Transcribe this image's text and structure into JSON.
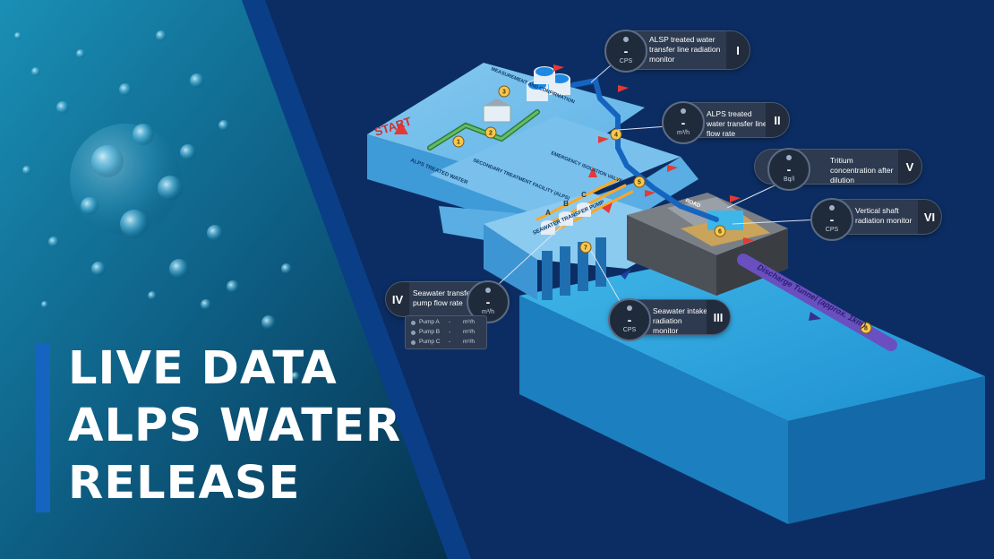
{
  "headline": {
    "line1": "LIVE DATA",
    "line2": "ALPS WATER",
    "line3": "RELEASE"
  },
  "diagram_labels": {
    "start": "START",
    "alps_treated_water": "ALPS TREATED WATER",
    "secondary_treatment": "SECONDARY TREATMENT FACILITY (ALPS)",
    "measurement": "MEASUREMENT AND CONFIRMATION",
    "emergency_valve": "EMERGENCY ISOLATION VALVE",
    "seawater_pump": "SEAWATER TRANSFER PUMP",
    "road": "ROAD",
    "discharge_tunnel": "Discharge Tunnel (approx. 1km)",
    "pump_a": "A",
    "pump_b": "B",
    "pump_c": "C",
    "step1": "1",
    "step2": "2",
    "step3": "3",
    "step4": "4",
    "step5": "5",
    "step6": "6",
    "step7": "7",
    "step8": "8"
  },
  "monitors": {
    "m1": {
      "value": "-",
      "unit": "CPS",
      "label": "ALSP treated water transfer line radiation monitor",
      "numeral": "I"
    },
    "m2": {
      "value": "-",
      "unit": "m³/h",
      "label": "ALPS treated water transfer line flow rate",
      "numeral": "II"
    },
    "m3": {
      "value": "-",
      "unit": "CPS",
      "label": "Seawater intake radiation monitor",
      "numeral": "III"
    },
    "m4": {
      "value": "-",
      "unit": "m³/h",
      "label": "Seawater transfer pump flow rate",
      "numeral": "IV"
    },
    "m5": {
      "value": "-",
      "unit": "Bq/l",
      "label": "Tritium concentration after dilution",
      "numeral": "V"
    },
    "m6": {
      "value": "-",
      "unit": "CPS",
      "label": "Vertical shaft radiation monitor",
      "numeral": "VI"
    }
  },
  "pumps": [
    {
      "name": "Pump A",
      "value": "-",
      "unit": "m³/h"
    },
    {
      "name": "Pump B",
      "value": "-",
      "unit": "m³/h"
    },
    {
      "name": "Pump C",
      "value": "-",
      "unit": "m³/h"
    }
  ],
  "colors": {
    "background": "#0c2d63",
    "accent": "#1565c0",
    "water": "#2aa8e0",
    "arrow": "#e53935",
    "tunnel": "#6a4fc0",
    "card": "#2d3a4f"
  }
}
